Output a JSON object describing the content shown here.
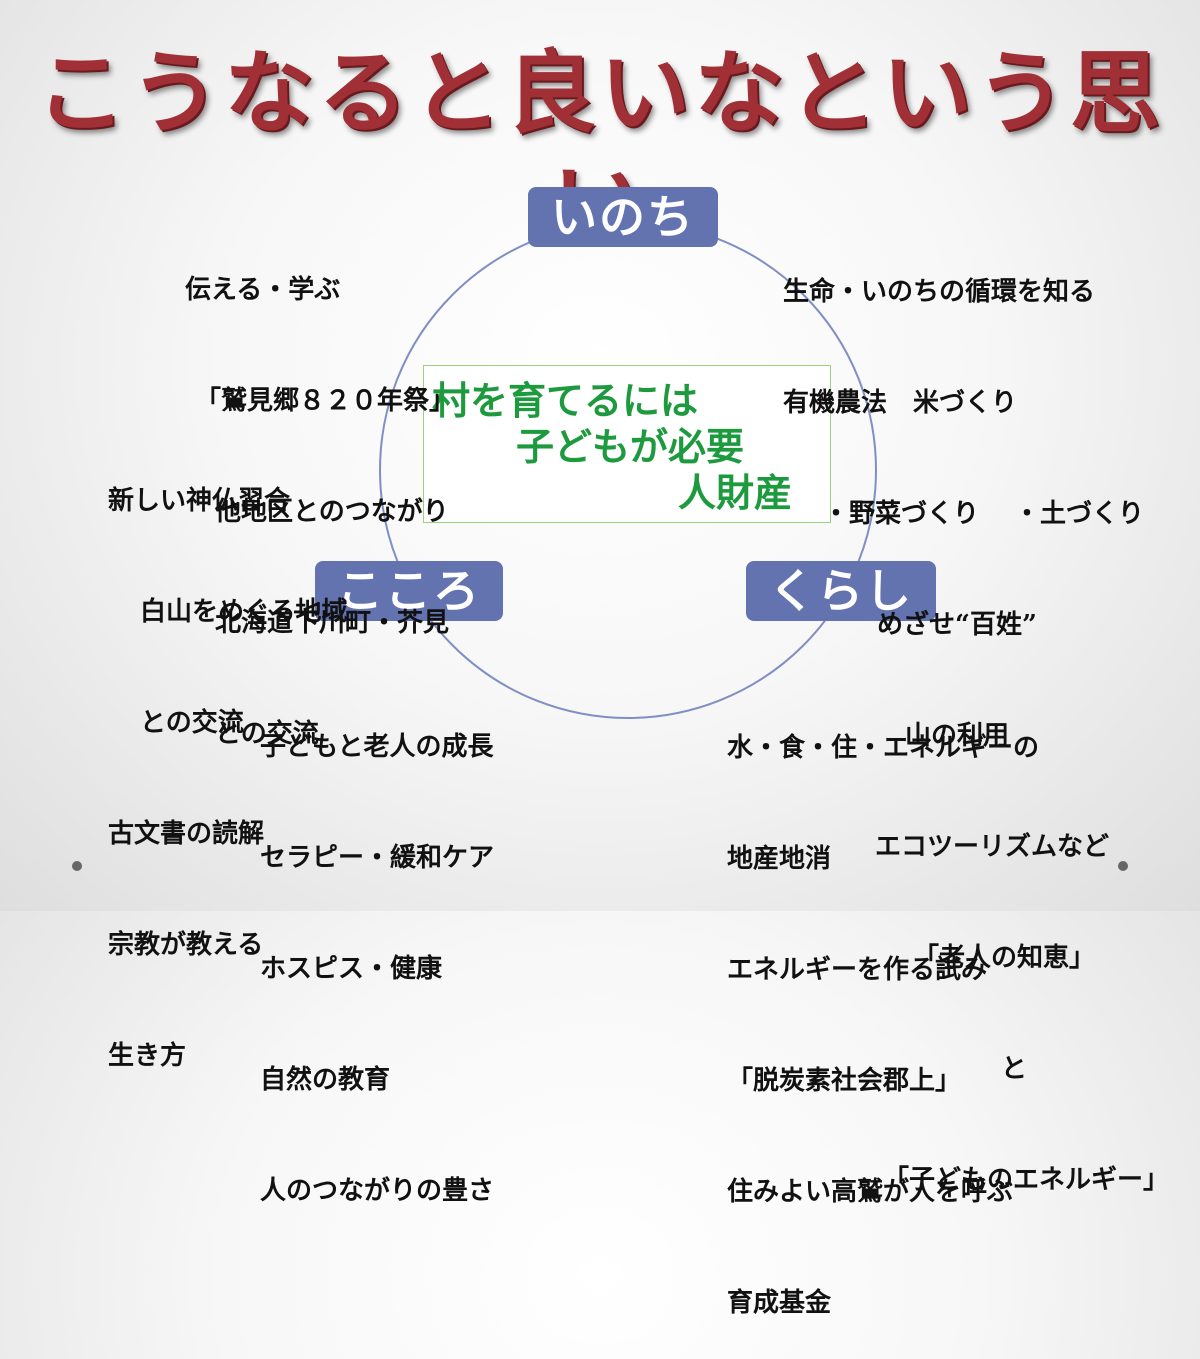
{
  "title": "こうなると良いなという思い",
  "nodes": {
    "inochi": "いのち",
    "kokoro": "こころ",
    "kurashi": "くらし"
  },
  "center": {
    "lines": [
      "村を育てるには",
      "子どもが必要",
      "人財産"
    ]
  },
  "top_left": [
    "伝える・学ぶ",
    "「鷲見郷８２０年祭」",
    "他地区とのつながり",
    "北海道下川町・芥見",
    "との交流"
  ],
  "mid_left": [
    "新しい神仏習合",
    "白山をめぐる地域",
    "との交流",
    "古文書の読解",
    "宗教が教える",
    "生き方"
  ],
  "top_right": [
    "生命・いのちの循環を知る",
    "有機農法　米づくり",
    "・野菜づくり　 ・土づくり",
    "めざせ“百姓”",
    "山の利用",
    "エコツーリズムなど",
    "「老人の知恵」",
    "と",
    "「子どものエネルギー」"
  ],
  "bottom_left": [
    "子どもと老人の成長",
    "セラピー・緩和ケア",
    "ホスピス・健康",
    "自然の教育",
    "人のつながりの豊さ"
  ],
  "bottom_right": [
    "水・食・住・エネルギーの",
    "地産地消",
    "エネルギーを作る試み",
    "「脱炭素社会郡上」",
    "住みよい高鷲が人を呼ぶ",
    "育成基金"
  ],
  "colors": {
    "title": "#a03035",
    "node_fill": "#6373b0",
    "ring": "#7f8fc4",
    "center_text": "#1e9a3e"
  }
}
